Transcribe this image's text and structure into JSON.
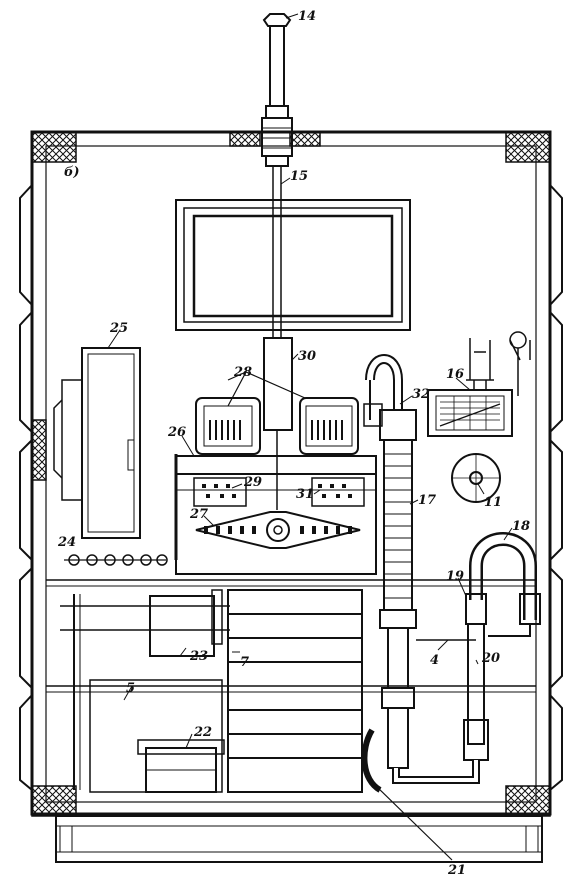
{
  "view_label": "б)",
  "callouts": [
    "14",
    "15",
    "30",
    "25",
    "28",
    "16",
    "32",
    "26",
    "29",
    "31",
    "11",
    "27",
    "17",
    "24",
    "18",
    "19",
    "23",
    "7",
    "4",
    "20",
    "5",
    "22",
    "21"
  ],
  "colors": {
    "ink": "#111111",
    "paper": "#ffffff"
  }
}
